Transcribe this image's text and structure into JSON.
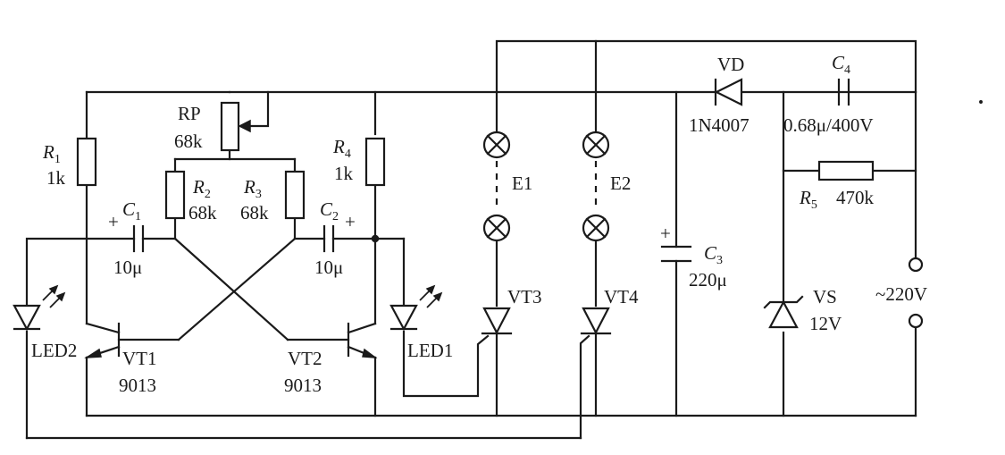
{
  "labels": {
    "r1": "R",
    "r1_sub": "1",
    "r1_val": "1k",
    "rp": "RP",
    "rp_val": "68k",
    "r2": "R",
    "r2_sub": "2",
    "r2_val": "68k",
    "r3": "R",
    "r3_sub": "3",
    "r3_val": "68k",
    "r4": "R",
    "r4_sub": "4",
    "r4_val": "1k",
    "c1": "C",
    "c1_sub": "1",
    "c1_val": "10μ",
    "c2": "C",
    "c2_sub": "2",
    "c2_val": "10μ",
    "c3": "C",
    "c3_sub": "3",
    "c3_val": "220μ",
    "c4": "C",
    "c4_sub": "4",
    "c4_val": "0.68μ/400V",
    "r5": "R",
    "r5_sub": "5",
    "r5_val": "470k",
    "vd": "VD",
    "vd_val": "1N4007",
    "vs": "VS",
    "vs_val": "12V",
    "e1": "E1",
    "e2": "E2",
    "vt1": "VT1",
    "vt1_val": "9013",
    "vt2": "VT2",
    "vt2_val": "9013",
    "vt3": "VT3",
    "vt4": "VT4",
    "led1": "LED1",
    "led2": "LED2",
    "supply": "~220V",
    "plus": "+"
  }
}
